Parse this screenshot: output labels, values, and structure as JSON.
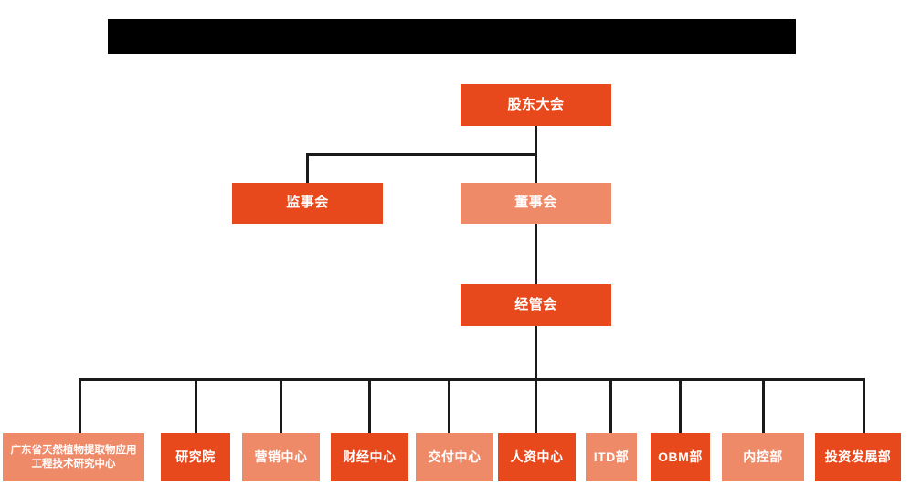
{
  "diagram": {
    "title_bar": {
      "name": "redacted-title-bar",
      "text": ""
    },
    "colors": {
      "dark_orange": "#E8491C",
      "light_orange": "#EF8A68",
      "line": "#1a1a1a",
      "redaction": "#000000",
      "background": "#ffffff",
      "text": "#ffffff"
    },
    "levels": [
      {
        "level": 1,
        "nodes": [
          {
            "label": "股东大会",
            "shade": "dark"
          }
        ]
      },
      {
        "level": 2,
        "nodes": [
          {
            "label": "监事会",
            "shade": "dark"
          },
          {
            "label": "董事会",
            "shade": "light"
          }
        ]
      },
      {
        "level": 3,
        "nodes": [
          {
            "label": "经管会",
            "shade": "dark"
          }
        ]
      },
      {
        "level": 4,
        "nodes": [
          {
            "label": "广东省天然植物提取物应用工程技术研究中心",
            "shade": "light"
          },
          {
            "label": "研究院",
            "shade": "dark"
          },
          {
            "label": "营销中心",
            "shade": "light"
          },
          {
            "label": "财经中心",
            "shade": "dark"
          },
          {
            "label": "交付中心",
            "shade": "light"
          },
          {
            "label": "人资中心",
            "shade": "dark"
          },
          {
            "label": "ITD部",
            "shade": "light"
          },
          {
            "label": "OBM部",
            "shade": "dark"
          },
          {
            "label": "内控部",
            "shade": "light"
          },
          {
            "label": "投资发展部",
            "shade": "dark"
          }
        ]
      }
    ]
  }
}
